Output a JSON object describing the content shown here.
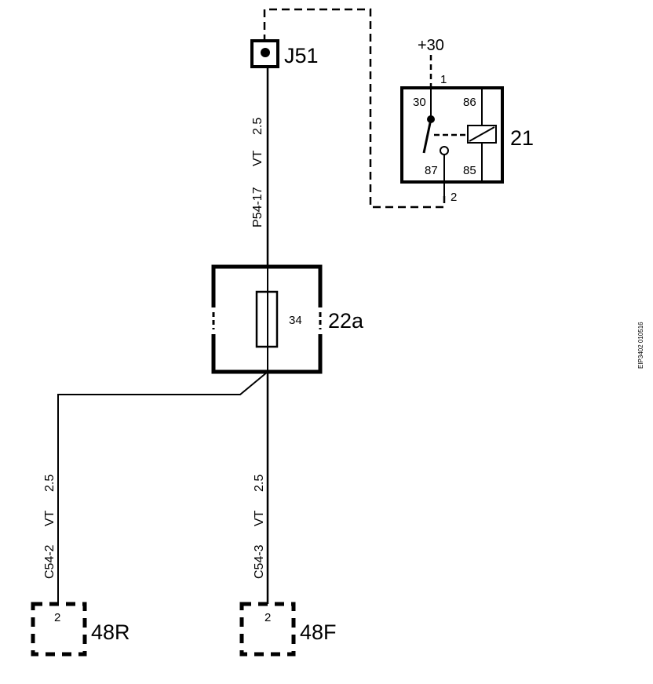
{
  "components": {
    "j51": {
      "label": "J51"
    },
    "relay": {
      "label": "21",
      "supply": "+30",
      "pin_top": "1",
      "pin_bottom": "2",
      "terminal_30": "30",
      "terminal_86": "86",
      "terminal_87": "87",
      "terminal_85": "85"
    },
    "fuse_box": {
      "label": "22a",
      "fuse_number": "34"
    },
    "connector_48r": {
      "label": "48R",
      "pin": "2"
    },
    "connector_48f": {
      "label": "48F",
      "pin": "2"
    }
  },
  "wires": {
    "p54": {
      "id": "P54-17",
      "color": "VT",
      "size": "2.5"
    },
    "c54_2": {
      "id": "C54-2",
      "color": "VT",
      "size": "2.5"
    },
    "c54_3": {
      "id": "C54-3",
      "color": "VT",
      "size": "2.5"
    }
  },
  "ref_code": "EIP3402 010516"
}
